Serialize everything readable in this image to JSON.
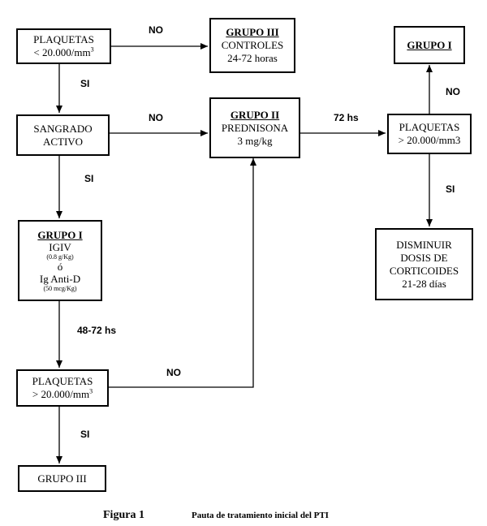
{
  "nodes": {
    "plaquetas1": {
      "line1": "PLAQUETAS",
      "line2": "< 20.000/mm",
      "sup": "3"
    },
    "sangrado": {
      "line1": "SANGRADO",
      "line2": "ACTIVO"
    },
    "grupo1_tx": {
      "title": "GRUPO I",
      "line1": "IGIV",
      "dose1": "(0.8 g/Kg)",
      "or": "ó",
      "line2": "Ig Anti-D",
      "dose2": "(50 mcg/Kg)"
    },
    "plaquetas2": {
      "line1": "PLAQUETAS",
      "line2": "> 20.000/mm",
      "sup": "3"
    },
    "grupo3_bottom": {
      "label": "GRUPO III"
    },
    "grupo3_top": {
      "title": "GRUPO III",
      "line1": "CONTROLES",
      "line2": "24-72 horas"
    },
    "grupo2": {
      "title": "GRUPO II",
      "line1": "PREDNISONA",
      "line2": "3 mg/kg"
    },
    "plaquetas3": {
      "line1": "PLAQUETAS",
      "line2": "> 20.000/mm3"
    },
    "grupo1_right": {
      "title": "GRUPO I"
    },
    "disminuir": {
      "line1": "DISMINUIR",
      "line2": "DOSIS DE",
      "line3": "CORTICOIDES",
      "line4": "21-28 días"
    }
  },
  "edge_labels": {
    "no_top": "NO",
    "si_1": "SI",
    "no_mid": "NO",
    "si_2": "SI",
    "hs_48_72": "48-72 hs",
    "no_bottom": "NO",
    "si_3": "SI",
    "hs_72": "72 hs",
    "no_right": "NO",
    "si_right": "SI"
  },
  "caption": {
    "figure": "Figura 1",
    "text": "Pauta de tratamiento inicial del PTI"
  }
}
